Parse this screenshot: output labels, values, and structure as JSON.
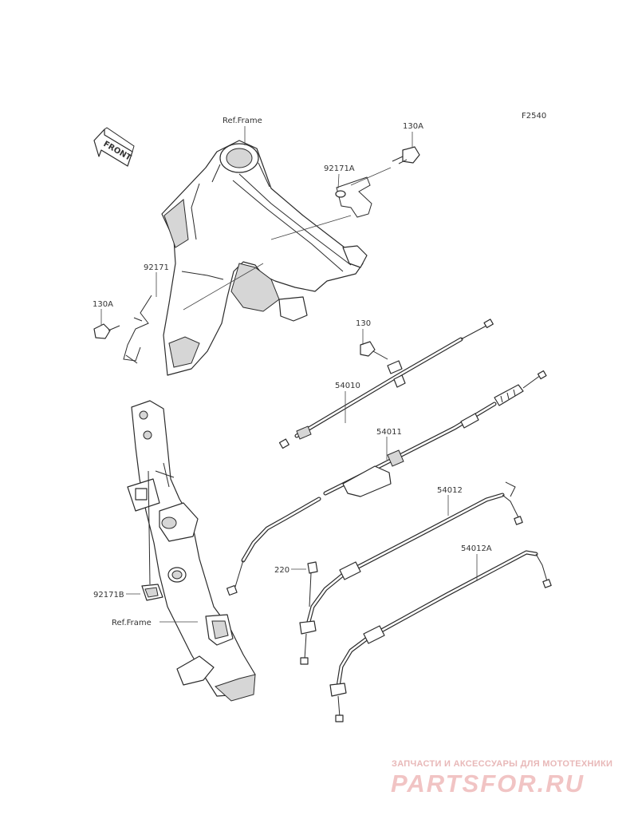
{
  "diagram": {
    "code": "F2540",
    "front_label": "FRONT",
    "labels": {
      "ref_frame_top": "Ref.Frame",
      "ref_frame_bottom": "Ref.Frame",
      "p130A_top": "130A",
      "p92171A": "92171A",
      "p92171": "92171",
      "p130A_left": "130A",
      "p130": "130",
      "p54010": "54010",
      "p54011": "54011",
      "p54012": "54012",
      "p220": "220",
      "p54012A": "54012A",
      "p92171B": "92171B"
    }
  },
  "watermark": {
    "tagline": "ЗАПЧАСТИ И АКСЕССУАРЫ ДЛЯ МОТОТЕХНИКИ",
    "brand": "PARTSFOR.RU"
  }
}
